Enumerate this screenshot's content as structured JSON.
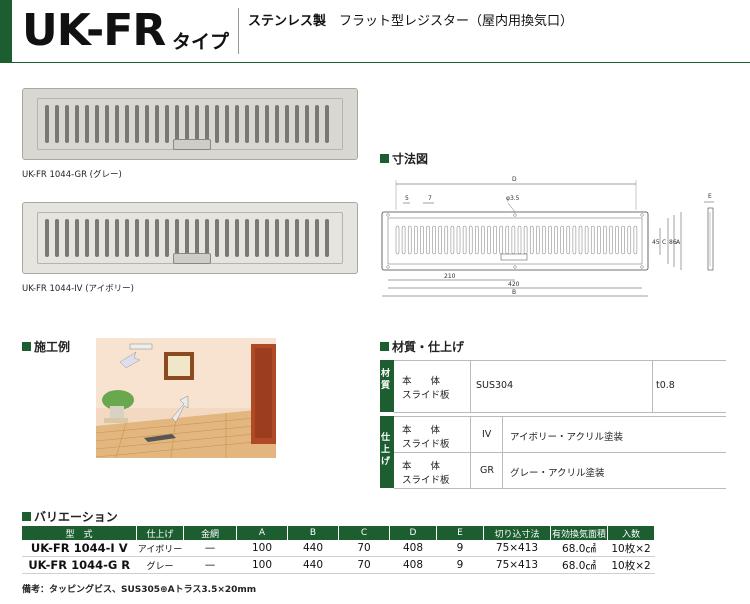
{
  "header": {
    "model": "UK-FR",
    "model_suffix": "タイプ",
    "desc_bold": "ステンレス製",
    "desc": "フラット型レジスター（屋内用換気口）"
  },
  "products": [
    {
      "caption": "UK-FR 1044-GR (グレー)",
      "color": "#d9d7d1"
    },
    {
      "caption": "UK-FR 1044-IV (アイボリー)",
      "color": "#e6e4de"
    }
  ],
  "sections": {
    "dimension": "寸法図",
    "example": "施工例",
    "material": "材質・仕上げ",
    "variation": "バリエーション"
  },
  "dimension_labels": {
    "D": "D",
    "five": "5",
    "seven": "7",
    "phi": "φ3.5",
    "e": "E",
    "c": "C",
    "a": "A",
    "b": "B",
    "v45": "45",
    "v86": "86",
    "h210": "210",
    "h420": "420"
  },
  "material": {
    "group1_label": "材質",
    "group2_label": "仕上げ",
    "rows": [
      {
        "part1": "本　　体",
        "part2": "スライド板",
        "grade": "",
        "value": "SUS304",
        "extra": "t0.8"
      },
      {
        "part1": "本　　体",
        "part2": "スライド板",
        "grade": "IV",
        "value": "アイボリー・アクリル塗装",
        "extra": ""
      },
      {
        "part1": "本　　体",
        "part2": "スライド板",
        "grade": "GR",
        "value": "グレー・アクリル塗装",
        "extra": ""
      }
    ]
  },
  "variation": {
    "headers": [
      "型　式",
      "仕上げ",
      "金網",
      "A",
      "B",
      "C",
      "D",
      "E",
      "切り込寸法",
      "有効換気面積",
      "入数"
    ],
    "rows": [
      [
        "UK-FR 1044-I V",
        "アイボリー",
        "—",
        "100",
        "440",
        "70",
        "408",
        "9",
        "75×413",
        "68.0㎠",
        "10枚×2"
      ],
      [
        "UK-FR 1044-G R",
        "グレー",
        "—",
        "100",
        "440",
        "70",
        "408",
        "9",
        "75×413",
        "68.0㎠",
        "10枚×2"
      ]
    ]
  },
  "note": "備考：タッピングビス、SUS305⊕Aトラス3.5×20mm",
  "colors": {
    "brand_green": "#1c5e30"
  }
}
